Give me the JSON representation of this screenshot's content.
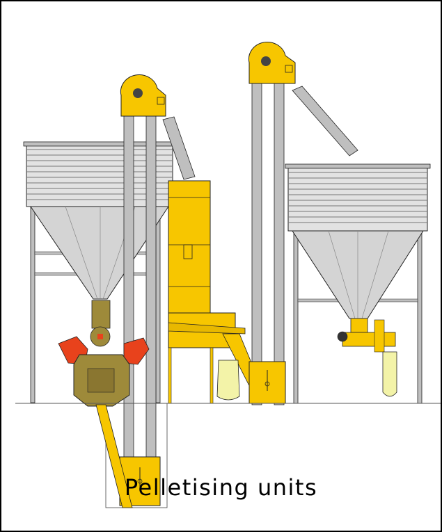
{
  "caption": "Pelletising units",
  "colors": {
    "machine_yellow": "#F7C600",
    "steel_grey": "#BFBFBF",
    "hopper_grey": "#D4D4D4",
    "mill_olive": "#9E8A3A",
    "motor_red": "#E8421C",
    "bag_yellow": "#F3F3A8",
    "line": "#222222"
  },
  "components": [
    {
      "name": "left-silo",
      "label": "silo"
    },
    {
      "name": "right-silo",
      "label": "silo"
    },
    {
      "name": "left-bucket-elevator",
      "label": "bucket elevator"
    },
    {
      "name": "middle-bucket-elevator",
      "label": "bucket elevator"
    },
    {
      "name": "pellet-mill",
      "label": "pellet mill"
    },
    {
      "name": "pellet-cooler",
      "label": "pellet cooler"
    },
    {
      "name": "bagging-unit",
      "label": "bagging unit"
    }
  ]
}
